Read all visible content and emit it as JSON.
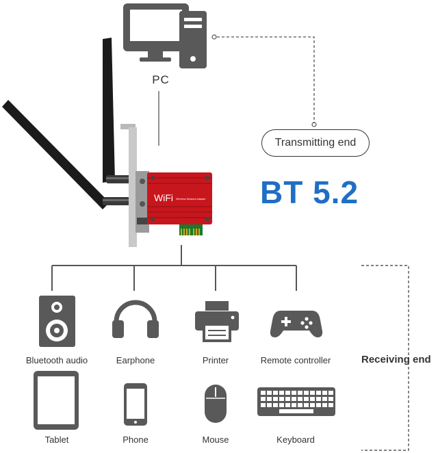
{
  "pc": {
    "label": "PC",
    "icon": "desktop-computer-icon"
  },
  "transmitting_label": "Transmitting end",
  "bt_version": "BT 5.2",
  "receiving_label": "Receiving end",
  "card": {
    "badge_text": "WiFi",
    "subtext": "Wireless Network Adapter"
  },
  "devices": [
    {
      "label": "Bluetooth audio",
      "icon": "speaker-icon"
    },
    {
      "label": "Earphone",
      "icon": "headphones-icon"
    },
    {
      "label": "Printer",
      "icon": "printer-icon"
    },
    {
      "label": "Remote controller",
      "icon": "gamepad-icon"
    },
    {
      "label": "Tablet",
      "icon": "tablet-icon"
    },
    {
      "label": "Phone",
      "icon": "phone-icon"
    },
    {
      "label": "Mouse",
      "icon": "mouse-icon"
    },
    {
      "label": "Keyboard",
      "icon": "keyboard-icon"
    }
  ],
  "colors": {
    "title_blue": "#1f6fc4",
    "card_red": "#c8161d",
    "icon_gray": "#595959"
  }
}
